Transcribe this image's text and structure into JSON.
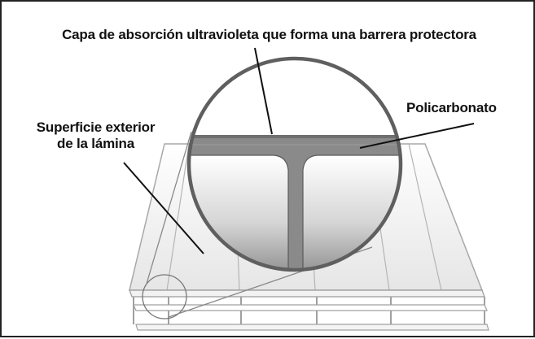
{
  "labels": {
    "top": "Capa de absorción ultravioleta que forma una barrera protectora",
    "left_line1": "Superficie exterior",
    "left_line2": "de la lámina",
    "right": "Policarbonato"
  },
  "colors": {
    "outline": "#555555",
    "leader": "#111111",
    "sheet_grey": "#8a8a8a",
    "gradient_top": "#ffffff",
    "gradient_bottom": "#8c8c8c"
  }
}
